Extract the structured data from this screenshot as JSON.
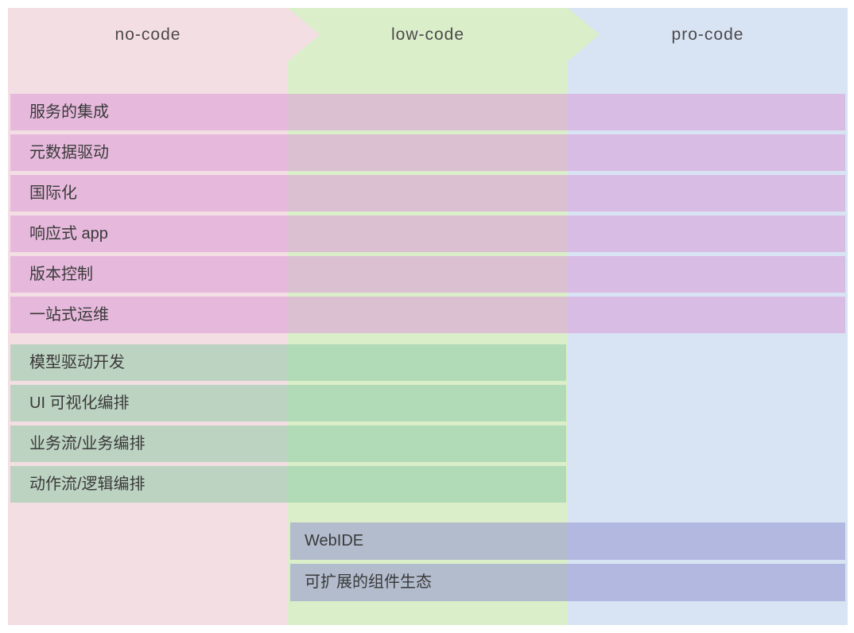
{
  "palette": {
    "page_bg": "#ffffff",
    "col_nocode": "#f3dee3",
    "col_lowcode": "#daeec9",
    "col_procode": "#d8e4f3",
    "ov_full": "rgba(219,154,215,0.55)",
    "ov_left": "rgba(144,202,167,0.55)",
    "ov_right": "rgba(148,148,207,0.55)",
    "text_header": "#4d494b",
    "text_row": "#3a3a3a"
  },
  "columns": [
    {
      "id": "no-code",
      "label": "no-code"
    },
    {
      "id": "low-code",
      "label": "low-code"
    },
    {
      "id": "pro-code",
      "label": "pro-code"
    }
  ],
  "rows_full_span": [
    "服务的集成",
    "元数据驱动",
    "国际化",
    "响应式 app",
    "版本控制",
    "一站式运维"
  ],
  "rows_nocode_lowcode": [
    "模型驱动开发",
    "UI 可视化编排",
    "业务流/业务编排",
    "动作流/逻辑编排"
  ],
  "rows_lowcode_procode": [
    "WebIDE",
    "可扩展的组件生态"
  ]
}
